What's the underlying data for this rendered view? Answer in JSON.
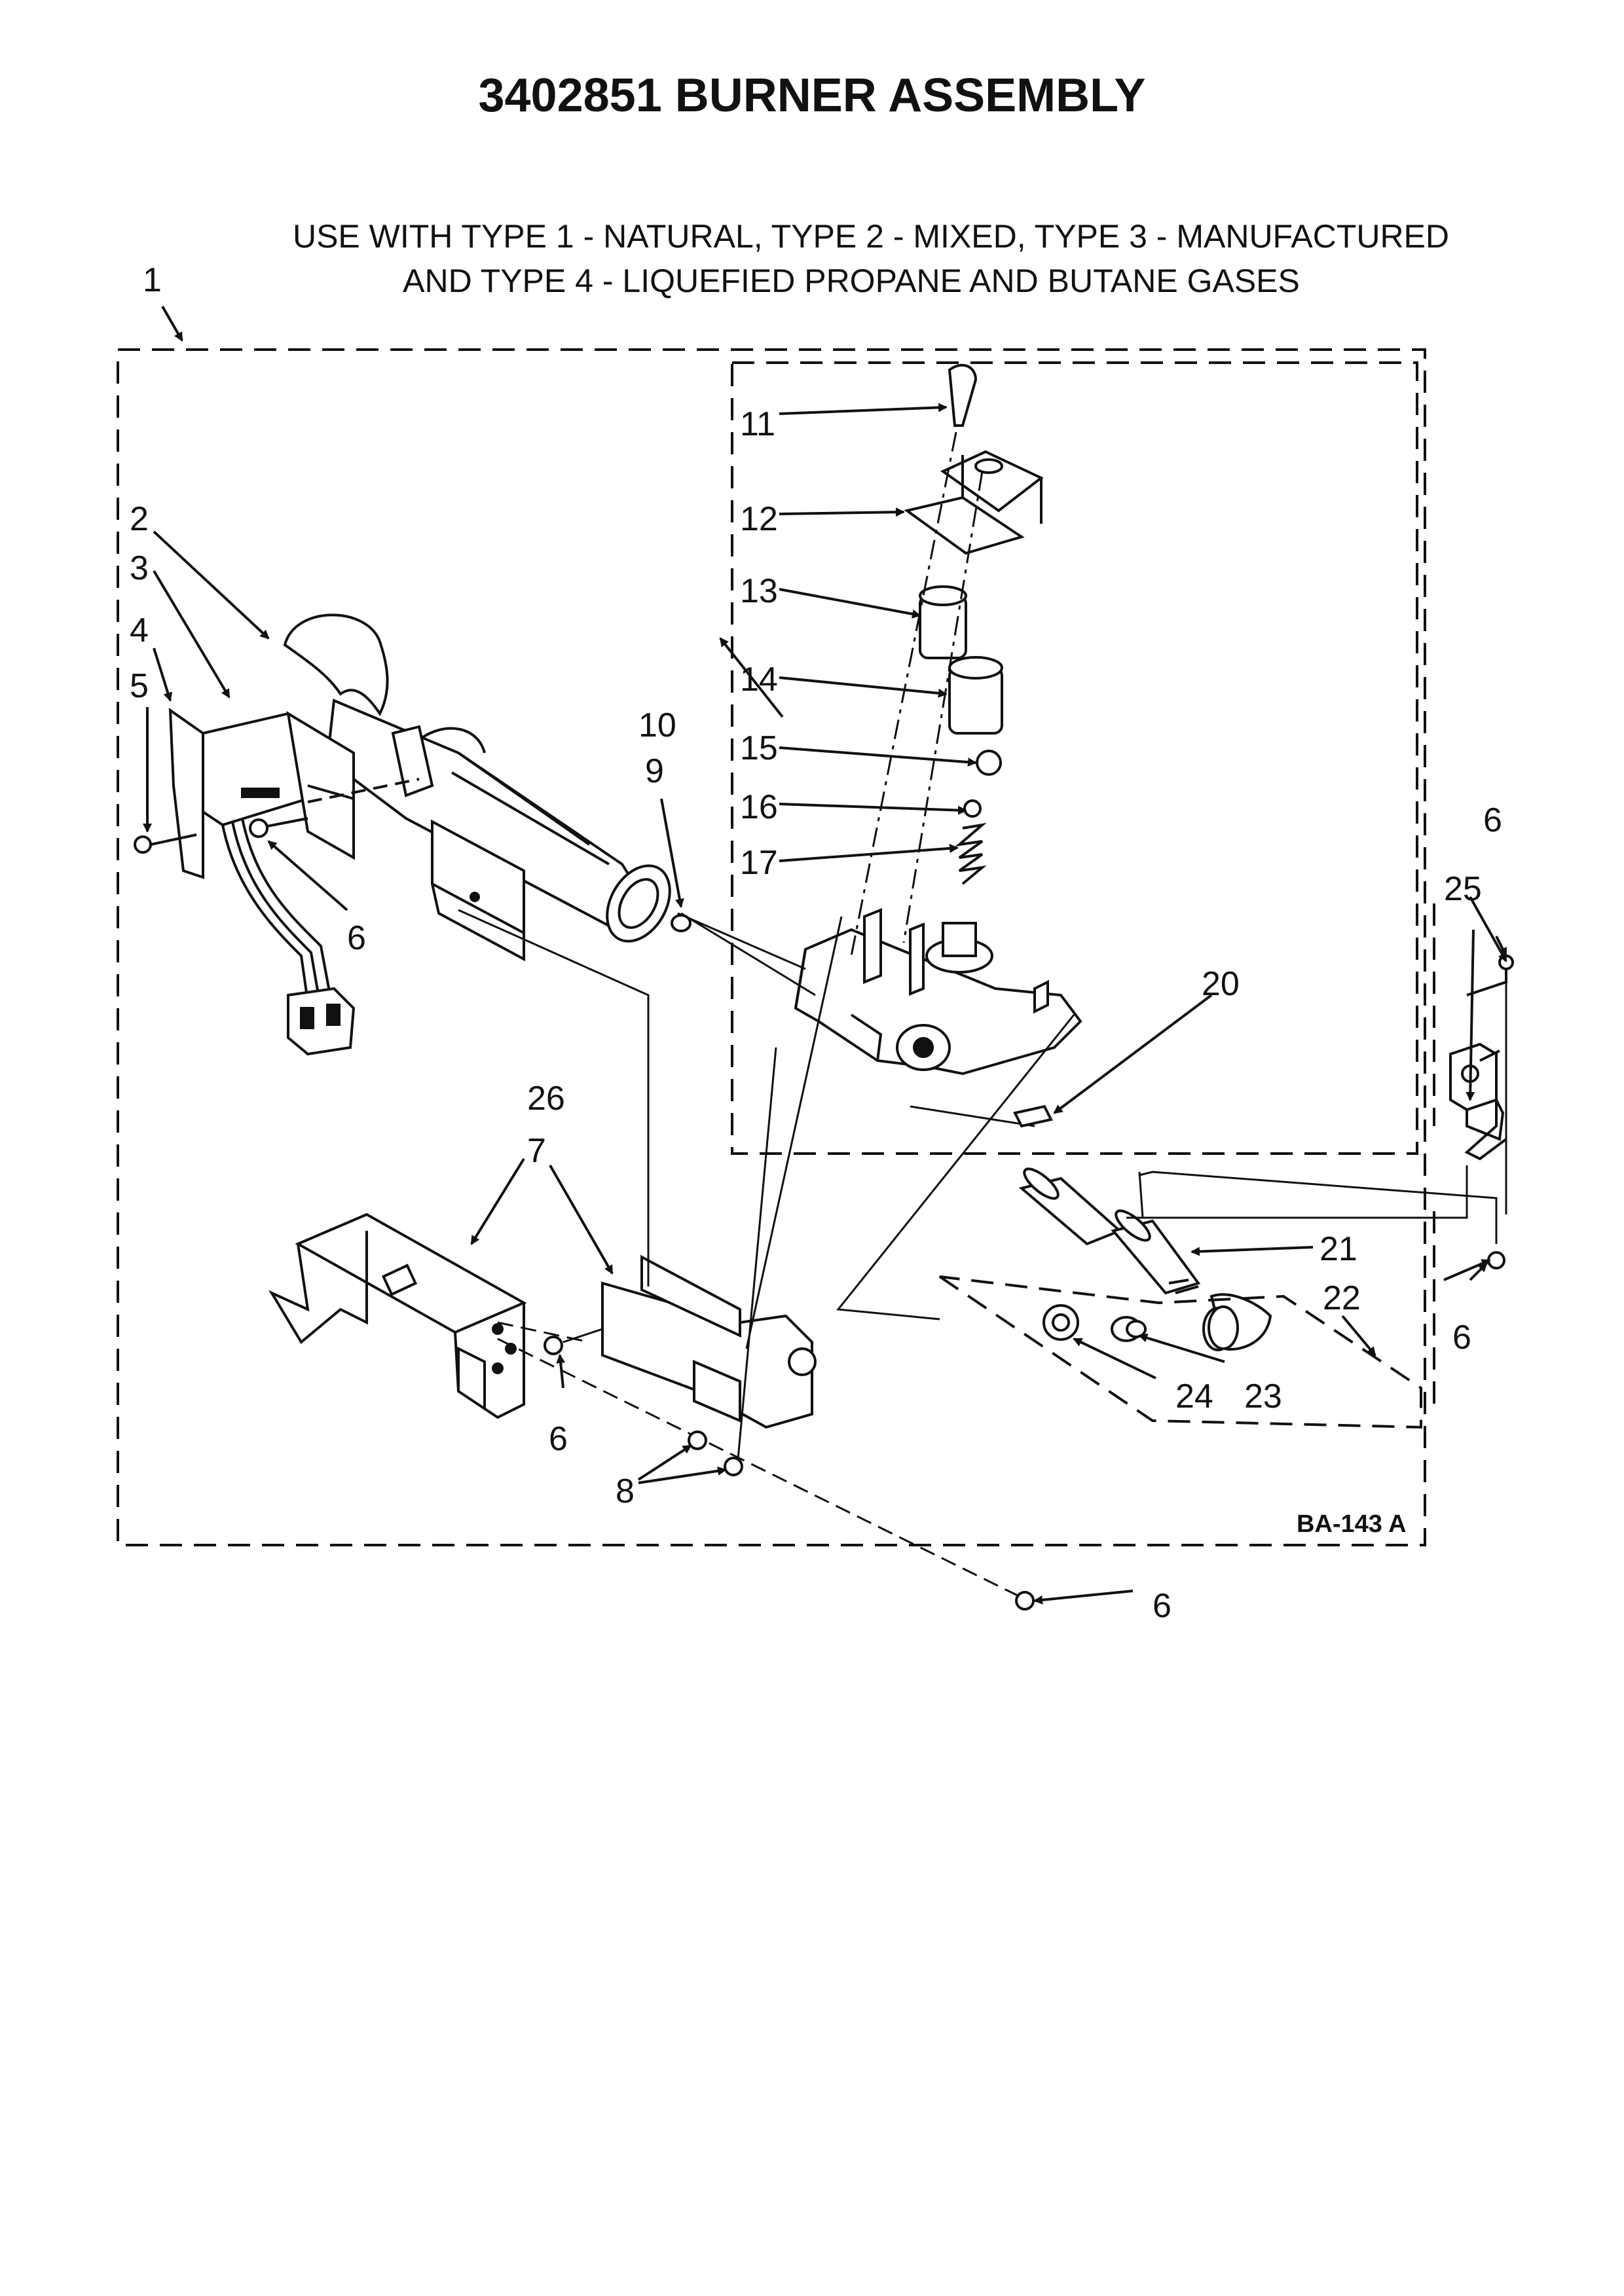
{
  "title": "3402851 BURNER ASSEMBLY",
  "subtitle_line1": "USE WITH TYPE 1 - NATURAL, TYPE 2 - MIXED, TYPE 3 - MANUFACTURED",
  "subtitle_line2": "AND TYPE 4 - LIQUEFIED PROPANE AND BUTANE GASES",
  "drawing_code": "BA-143 A",
  "part_labels": {
    "p1": "1",
    "p2": "2",
    "p3": "3",
    "p4": "4",
    "p5": "5",
    "p6a": "6",
    "p6b": "6",
    "p6c": "6",
    "p6d": "6",
    "p6e": "6",
    "p6f": "6",
    "p7": "7",
    "p8": "8",
    "p9": "9",
    "p10": "10",
    "p11": "11",
    "p12": "12",
    "p13": "13",
    "p14": "14",
    "p15": "15",
    "p16": "16",
    "p17": "17",
    "p20": "20",
    "p21": "21",
    "p22": "22",
    "p23": "23",
    "p24": "24",
    "p25": "25",
    "p26": "26"
  }
}
